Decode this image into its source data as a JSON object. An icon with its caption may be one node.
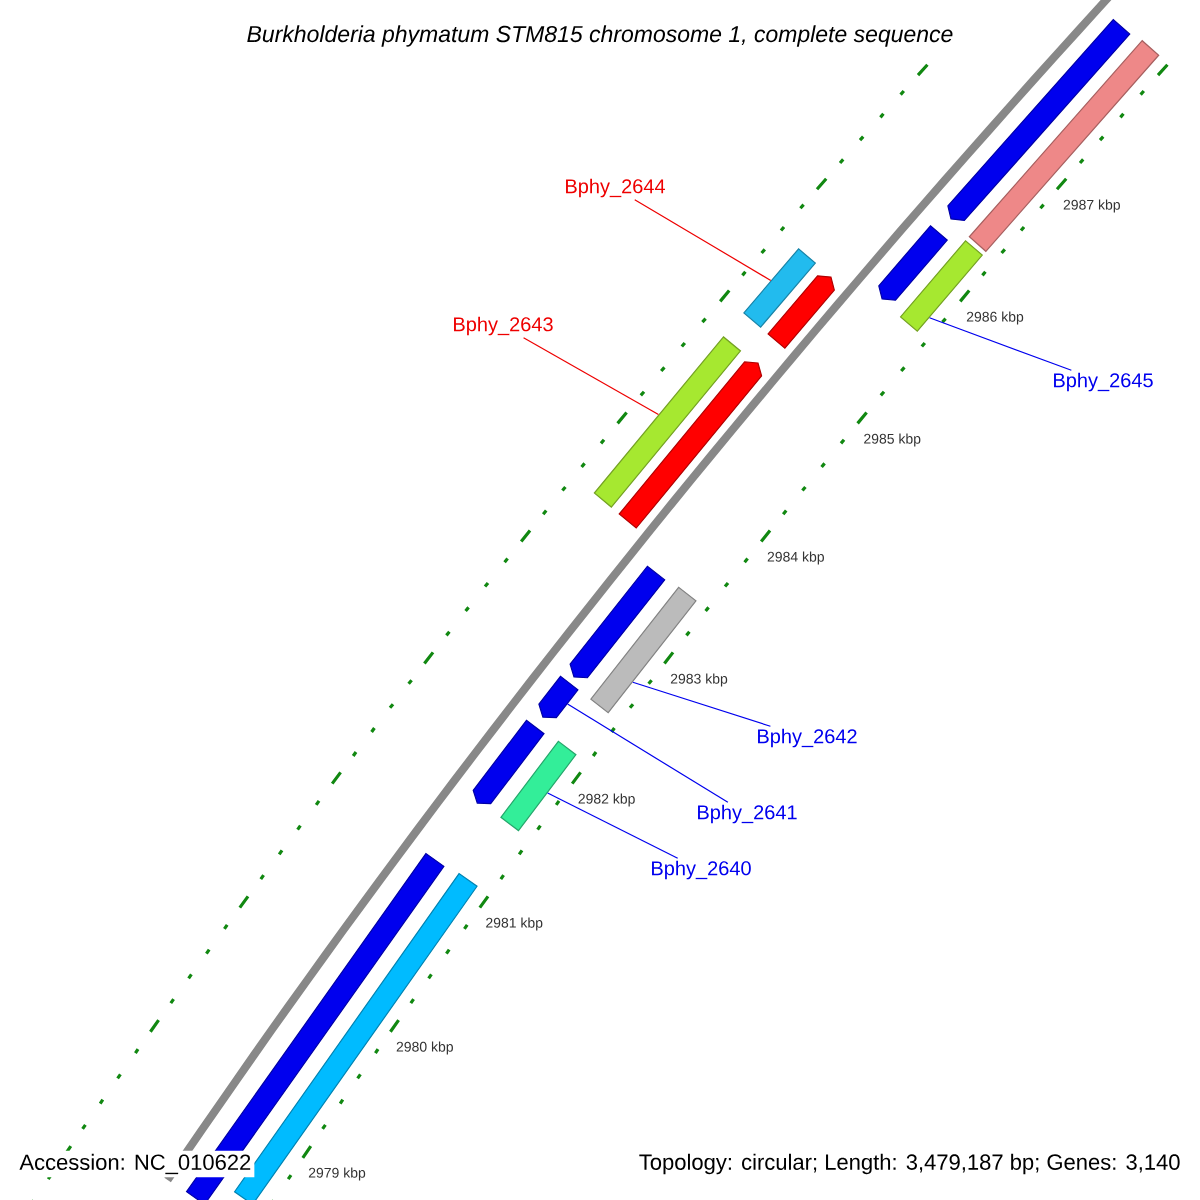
{
  "diagram": {
    "title": "Burkholderia phymatum STM815 chromosome 1, complete sequence",
    "nodes": [
      {
        "text": [
          "Bphy_2644"
        ]
      },
      {
        "text": [
          "Bphy_2643"
        ]
      },
      {
        "text": [
          "Bphy_2645"
        ]
      },
      {
        "text": [
          "Bphy_2642"
        ]
      },
      {
        "text": [
          "Bphy_2641"
        ]
      },
      {
        "text": [
          "Bphy_2640"
        ]
      },
      {
        "text": [],
        "shape": "bar"
      },
      {
        "text": [],
        "shape": "bar"
      },
      {
        "text": [],
        "shape": "bar"
      },
      {
        "text": [],
        "shape": "bar"
      },
      {
        "text": [],
        "shape": "bar"
      },
      {
        "text": [],
        "shape": "bar"
      },
      {
        "text": [],
        "shape": "bar"
      },
      {
        "text": [],
        "shape": "bar"
      },
      {
        "text": [],
        "shape": "bar"
      },
      {
        "text": [],
        "shape": "bar"
      },
      {
        "text": [],
        "shape": "bar"
      },
      {
        "text": [],
        "shape": "bar"
      },
      {
        "text": [],
        "shape": "bar"
      },
      {
        "text": [],
        "shape": "bar"
      },
      {
        "text": [],
        "shape": "bar"
      }
    ],
    "edges": [
      {
        "from": 0,
        "to": 6,
        "arrow": "none",
        "color": "#ee0000"
      },
      {
        "from": 1,
        "to": 8,
        "arrow": "none",
        "color": "#ee0000"
      },
      {
        "from": 2,
        "to": 13,
        "arrow": "none"
      },
      {
        "from": 3,
        "to": 15,
        "arrow": "none"
      },
      {
        "from": 4,
        "to": 16,
        "arrow": "none"
      },
      {
        "from": 5,
        "to": 18,
        "arrow": "none"
      }
    ],
    "labels": [
      "2987 kbp",
      "2986 kbp",
      "2985 kbp",
      "2984 kbp",
      "2983 kbp",
      "2982 kbp",
      "2981 kbp",
      "2980 kbp",
      "2979 kbp",
      "Accession: NC_010622",
      "Topology: circular; Length: 3,479,187 bp; Genes: 3,140"
    ]
  }
}
